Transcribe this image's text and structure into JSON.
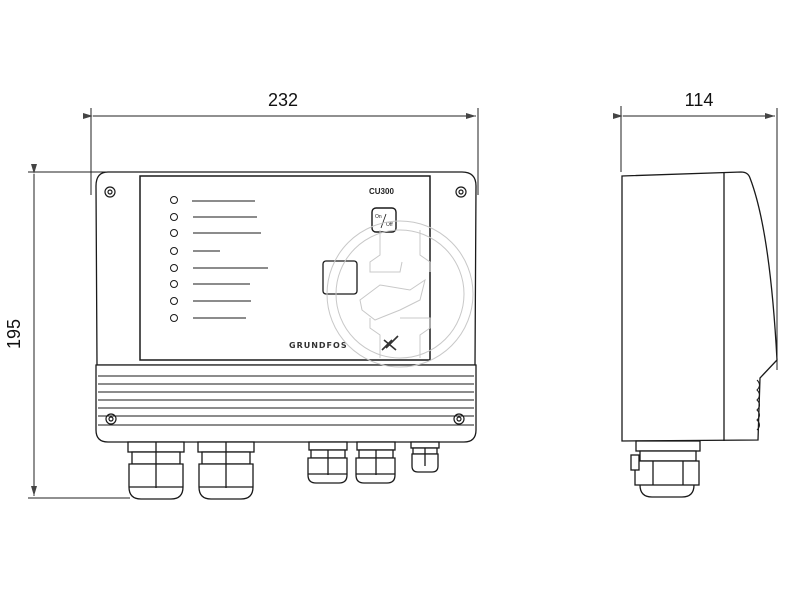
{
  "drawing": {
    "front_view": {
      "width_dimension": "232",
      "height_dimension": "195",
      "model_label": "CU300",
      "brand_label": "GRUNDFOS",
      "on_off_label_on": "On",
      "on_off_label_off": "Off",
      "indicator_count": 8,
      "cable_glands": [
        "large",
        "large",
        "medium",
        "medium",
        "small"
      ]
    },
    "side_view": {
      "depth_dimension": "114"
    },
    "units": "mm",
    "colors": {
      "line": "#1a1a1a",
      "watermark": "#c8c8c8",
      "background": "#ffffff"
    }
  }
}
